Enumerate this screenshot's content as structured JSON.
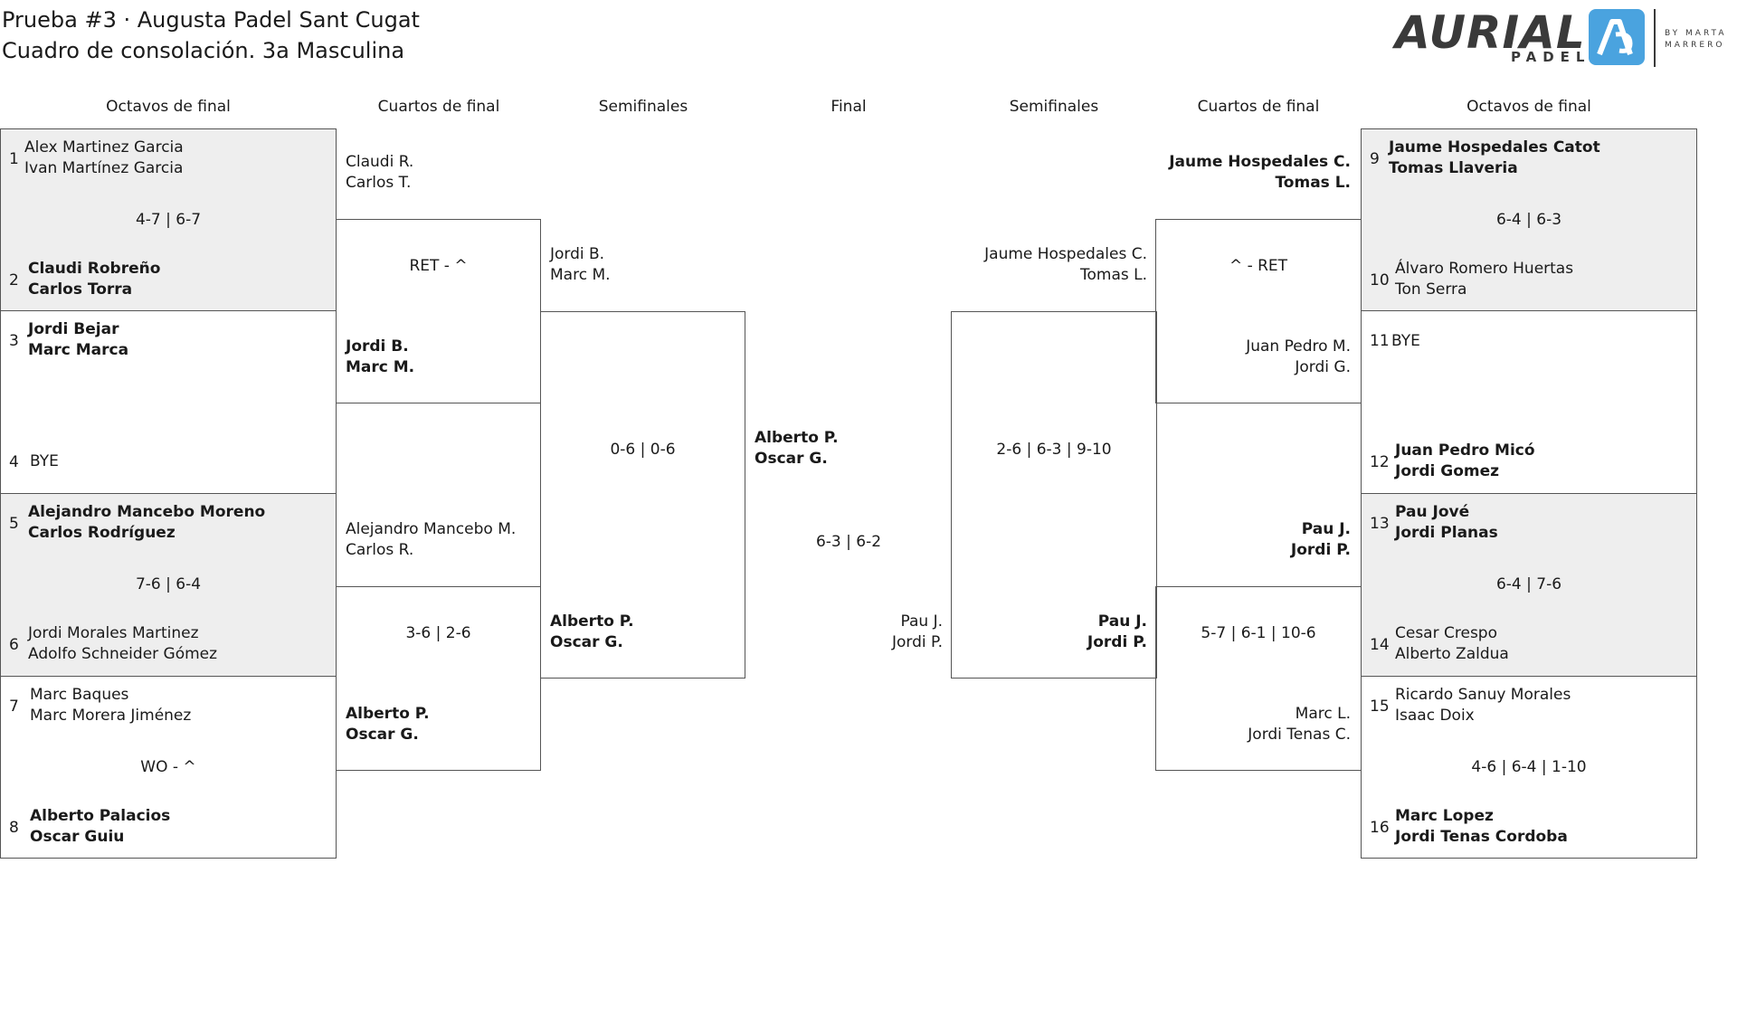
{
  "header": {
    "title": "Prueba #3 · Augusta Padel Sant Cugat",
    "subtitle": "Cuadro de consolación. 3a Masculina"
  },
  "logo": {
    "word": "AURIAL",
    "sub": "PADEL",
    "by1": "BY MARTA",
    "by2": "MARRERO"
  },
  "rounds": {
    "left": [
      "Octavos de final",
      "Cuartos de final",
      "Semifinales"
    ],
    "final": "Final",
    "right": [
      "Semifinales",
      "Cuartos de final",
      "Octavos de final"
    ]
  },
  "octavos_left": [
    {
      "s1": "1",
      "p1": [
        "Alex Martinez Garcia",
        "Ivan Martínez Garcia"
      ],
      "w1": false,
      "score": "4-7 | 6-7",
      "s2": "2",
      "p2": [
        "Claudi Robreño",
        "Carlos Torra"
      ],
      "w2": true
    },
    {
      "s1": "3",
      "p1": [
        "Jordi Bejar",
        "Marc Marca"
      ],
      "w1": true,
      "score": "",
      "s2": "4",
      "p2": [
        "BYE",
        ""
      ],
      "w2": false
    },
    {
      "s1": "5",
      "p1": [
        "Alejandro Mancebo Moreno",
        "Carlos Rodríguez"
      ],
      "w1": true,
      "score": "7-6 | 6-4",
      "s2": "6",
      "p2": [
        "Jordi Morales Martinez",
        "Adolfo Schneider Gómez"
      ],
      "w2": false
    },
    {
      "s1": "7",
      "p1": [
        "Marc Baques",
        "Marc Morera Jiménez"
      ],
      "w1": false,
      "score": "WO - ^",
      "s2": "8",
      "p2": [
        "Alberto Palacios",
        "Oscar Guiu"
      ],
      "w2": true
    }
  ],
  "cuartos_left": [
    {
      "p1": [
        "Claudi R.",
        "Carlos T."
      ],
      "w1": false,
      "score": "RET - ^",
      "p2": [
        "Jordi B.",
        "Marc M."
      ],
      "w2": true
    },
    {
      "p1": [
        "Alejandro Mancebo M.",
        "Carlos R."
      ],
      "w1": false,
      "score": "3-6 | 2-6",
      "p2": [
        "Alberto P.",
        "Oscar G."
      ],
      "w2": true
    }
  ],
  "semis_left": {
    "p1": [
      "Jordi B.",
      "Marc M."
    ],
    "w1": false,
    "score": "0-6 | 0-6",
    "p2": [
      "Alberto P.",
      "Oscar G."
    ],
    "w2": true
  },
  "final": {
    "p1": [
      "Alberto P.",
      "Oscar G."
    ],
    "w1": true,
    "score": "6-3 | 6-2",
    "p2": [
      "Pau J.",
      "Jordi P."
    ],
    "w2": false
  },
  "semis_right": {
    "p1": [
      "Jaume Hospedales C.",
      "Tomas L."
    ],
    "w1": false,
    "score": "2-6 | 6-3 | 9-10",
    "p2": [
      "Pau J.",
      "Jordi P."
    ],
    "w2": true
  },
  "cuartos_right": [
    {
      "p1": [
        "Jaume Hospedales C.",
        "Tomas L."
      ],
      "w1": true,
      "score": "^ - RET",
      "p2": [
        "Juan Pedro M.",
        "Jordi G."
      ],
      "w2": false
    },
    {
      "p1": [
        "Pau J.",
        "Jordi P."
      ],
      "w1": true,
      "score": "5-7 | 6-1 | 10-6",
      "p2": [
        "Marc L.",
        "Jordi Tenas C."
      ],
      "w2": false
    }
  ],
  "octavos_right": [
    {
      "s1": "9",
      "p1": [
        "Jaume Hospedales Catot",
        "Tomas Llaveria"
      ],
      "w1": true,
      "score": "6-4 | 6-3",
      "s2": "10",
      "p2": [
        "Álvaro Romero Huertas",
        "Ton Serra"
      ],
      "w2": false
    },
    {
      "s1": "11",
      "p1": [
        "BYE",
        ""
      ],
      "w1": false,
      "score": "",
      "s2": "12",
      "p2": [
        "Juan Pedro Micó",
        "Jordi Gomez"
      ],
      "w2": true
    },
    {
      "s1": "13",
      "p1": [
        "Pau Jové",
        "Jordi Planas"
      ],
      "w1": true,
      "score": "6-4 | 7-6",
      "s2": "14",
      "p2": [
        "Cesar Crespo",
        "Alberto Zaldua"
      ],
      "w2": false
    },
    {
      "s1": "15",
      "p1": [
        "Ricardo Sanuy Morales",
        "Isaac Doix"
      ],
      "w1": false,
      "score": "4-6 | 6-4 | 1-10",
      "s2": "16",
      "p2": [
        "Marc Lopez",
        "Jordi Tenas Cordoba"
      ],
      "w2": true
    }
  ]
}
